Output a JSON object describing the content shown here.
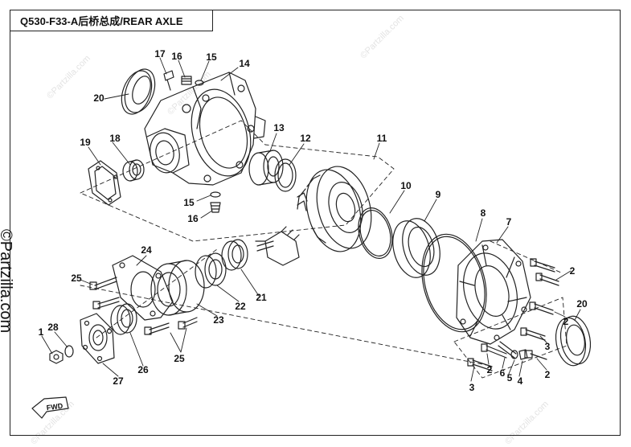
{
  "title": "Q530-F33-A后桥总成/REAR AXLE",
  "watermark": "©Partzilla.com",
  "side_watermark": "©Partzilla.com",
  "fwd_label": "FWD",
  "callouts": {
    "c1": "1",
    "c2a": "2",
    "c2b": "2",
    "c2c": "2",
    "c2d": "2",
    "c3a": "3",
    "c3b": "3",
    "c4": "4",
    "c5": "5",
    "c6": "6",
    "c7": "7",
    "c8": "8",
    "c9": "9",
    "c10": "10",
    "c11": "11",
    "c12": "12",
    "c13": "13",
    "c14": "14",
    "c15a": "15",
    "c15b": "15",
    "c16a": "16",
    "c16b": "16",
    "c17": "17",
    "c18": "18",
    "c19": "19",
    "c20a": "20",
    "c20b": "20",
    "c21": "21",
    "c22": "22",
    "c23": "23",
    "c24": "24",
    "c25a": "25",
    "c25b": "25",
    "c26": "26",
    "c27": "27",
    "c28": "28"
  },
  "colors": {
    "line": "#222222",
    "watermark": "#e3e3e3"
  }
}
